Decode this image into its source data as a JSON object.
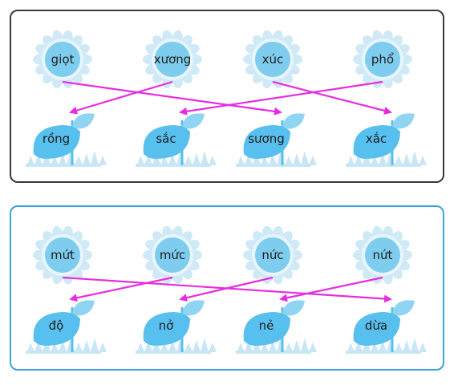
{
  "colors": {
    "arrow": "#e62ee0",
    "petal": "#cfe9f7",
    "flower_center": "#7fcdee",
    "leaf": "#58c0ee",
    "grass": "#c8e6f6",
    "top_border": "#3a3a3a",
    "bottom_border": "#3aa6d8"
  },
  "panels": [
    {
      "name": "top",
      "flowers": [
        "giọt",
        "xương",
        "xúc",
        "phổ"
      ],
      "leaves": [
        "rồng",
        "sắc",
        "sương",
        "xắc"
      ],
      "links": [
        [
          0,
          2
        ],
        [
          1,
          0
        ],
        [
          2,
          3
        ],
        [
          3,
          1
        ]
      ]
    },
    {
      "name": "bottom",
      "flowers": [
        "mứt",
        "mức",
        "nức",
        "nứt"
      ],
      "leaves": [
        "độ",
        "nở",
        "nẻ",
        "dừa"
      ],
      "links": [
        [
          0,
          3
        ],
        [
          1,
          0
        ],
        [
          2,
          1
        ],
        [
          3,
          2
        ]
      ]
    }
  ]
}
